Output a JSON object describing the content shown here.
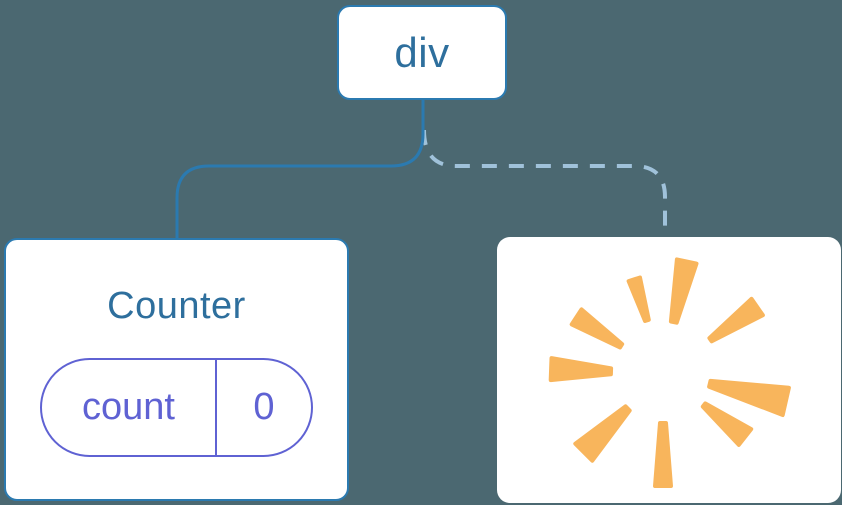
{
  "diagram": {
    "root": {
      "label": "div"
    },
    "counter": {
      "title": "Counter",
      "state": {
        "key": "count",
        "value": "0"
      }
    },
    "removed": {
      "icon": "poof-icon"
    },
    "links": [
      {
        "from": "div",
        "to": "Counter",
        "style": "solid"
      },
      {
        "from": "div",
        "to": "removed",
        "style": "dashed"
      }
    ]
  },
  "colors": {
    "background": "#4b6871",
    "card": "#ffffff",
    "card-border": "#2b7ab0",
    "node-text": "#2e6f9d",
    "solid-link": "#2b7ab0",
    "dashed-link": "#a0c2da",
    "state-accent": "#5f62d3",
    "poof": "#f8b55c"
  }
}
